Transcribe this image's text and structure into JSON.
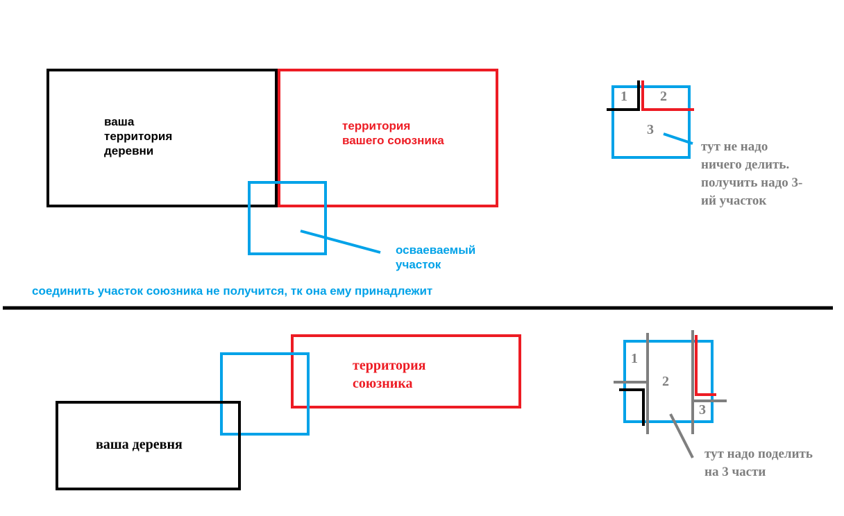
{
  "colors": {
    "black": "#000000",
    "red": "#ed1c24",
    "blue": "#00a2e8",
    "gray": "#7f7f7f"
  },
  "top": {
    "village_label": "ваша\nтерритория\nдеревни",
    "ally_label": "территория\nвашего союзника",
    "claimed_label": "осваеваемый\nучасток",
    "note": "соединить участок союзника не получится, тк она ему принадлежит",
    "detail": {
      "part1": "1",
      "part2": "2",
      "part3": "3",
      "note": "тут не надо\nничего делить.\nполучить надо 3-\nий участок"
    }
  },
  "bottom": {
    "ally_label": "территория\nсоюзника",
    "village_label": "ваша деревня",
    "detail": {
      "part1": "1",
      "part2": "2",
      "part3": "3",
      "note": "тут надо поделить\nна 3 части"
    }
  }
}
